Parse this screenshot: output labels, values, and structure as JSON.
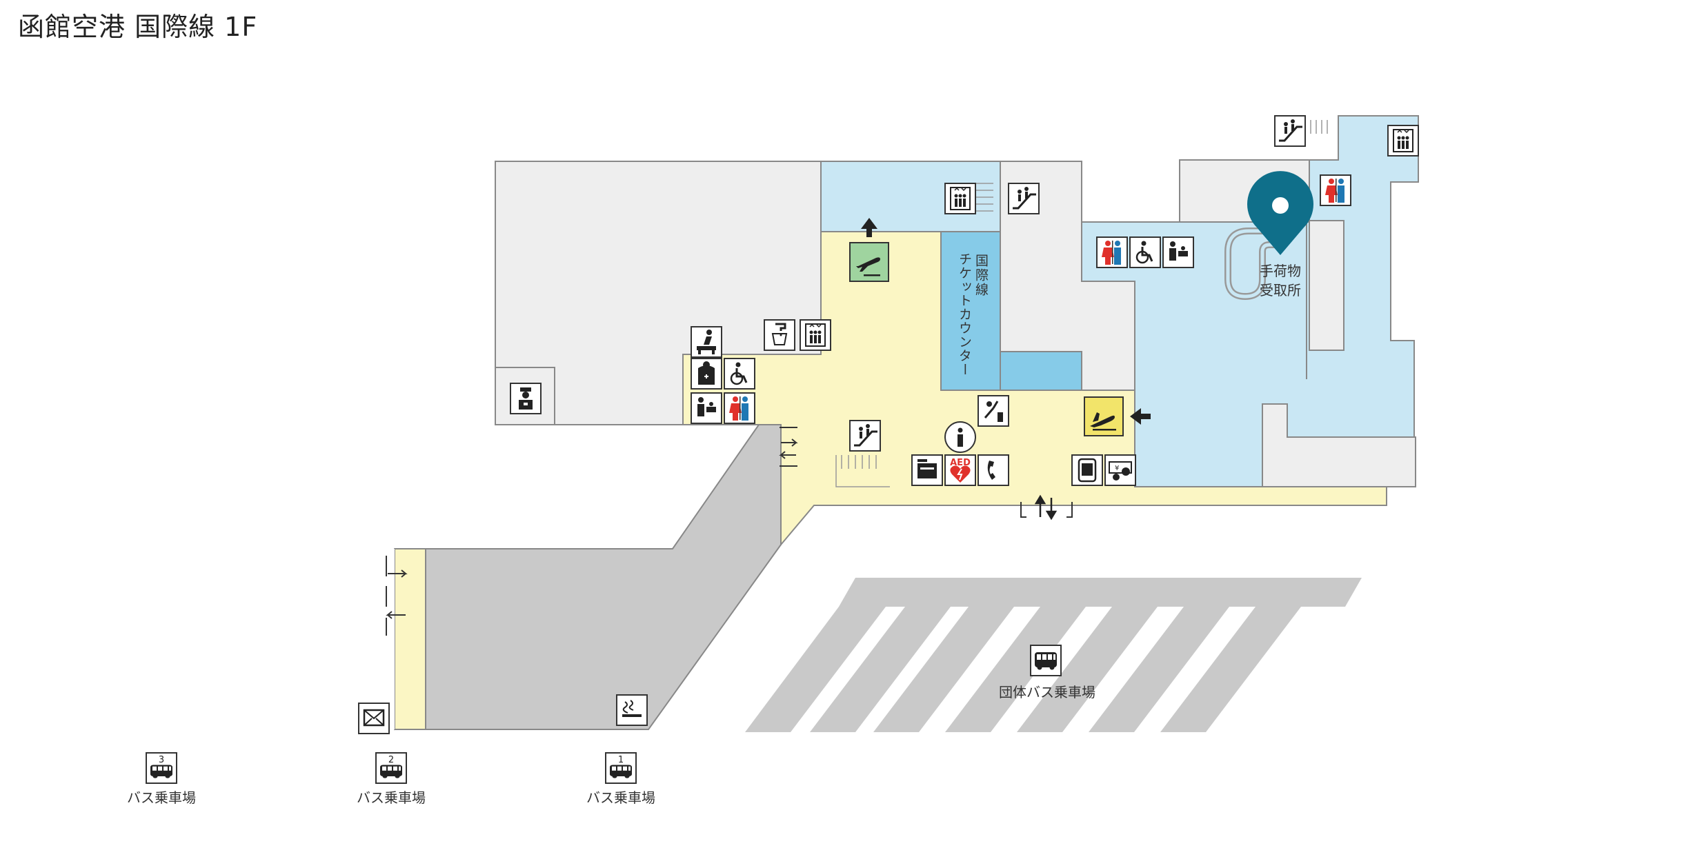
{
  "title": "函館空港 国際線 1F",
  "labels": {
    "ticket_counter_line1": "国際線",
    "ticket_counter_line2": "チケットカウンター",
    "baggage_line1": "手荷物",
    "baggage_line2": "受取所",
    "group_bus": "団体バス乗車場",
    "aed": "AED"
  },
  "bus_stops": [
    {
      "number": "3",
      "label": "バス乗車場"
    },
    {
      "number": "2",
      "label": "バス乗車場"
    },
    {
      "number": "1",
      "label": "バス乗車場"
    }
  ],
  "colors": {
    "light_gray": "#eeeeee",
    "dark_gray": "#c8c8c8",
    "yellow": "#fbf6c4",
    "light_blue": "#c9e7f4",
    "blue": "#86cbe8",
    "marker": "#0f6f8a",
    "departure_green": "#9fd49f",
    "arrival_yellow": "#f2e46a"
  },
  "icons": [
    "departure-icon",
    "arrival-icon",
    "escalator-icon",
    "elevator-icon",
    "restroom-icon",
    "wheelchair-icon",
    "nursing-room-icon",
    "first-aid-icon",
    "security-guard-icon",
    "water-fountain-icon",
    "drinking-icon",
    "information-icon",
    "aed-icon",
    "telephone-icon",
    "atm-icon",
    "currency-exchange-icon",
    "mailbox-icon",
    "smoking-area-icon",
    "bus-icon",
    "location-marker-icon"
  ]
}
